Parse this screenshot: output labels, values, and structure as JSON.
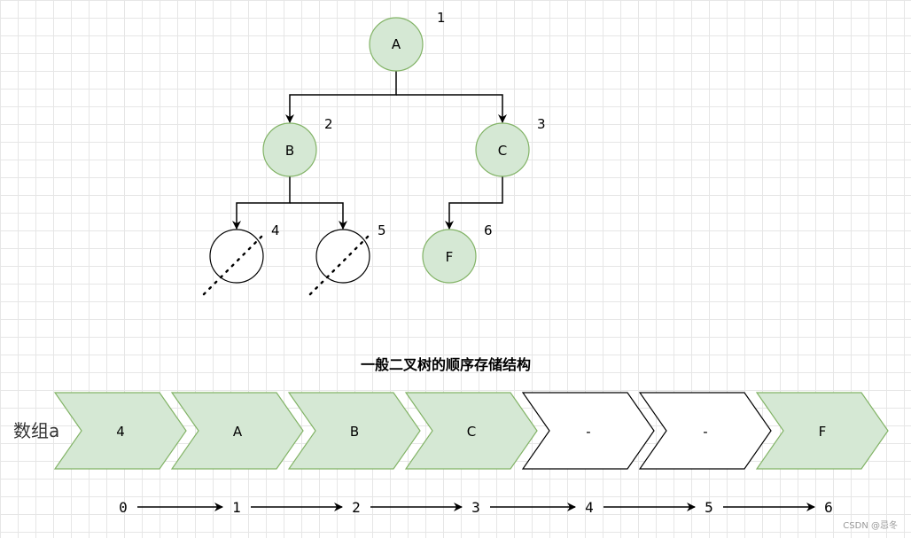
{
  "tree": {
    "nodes": [
      {
        "id": "A",
        "label": "A",
        "index": "1",
        "filled": true
      },
      {
        "id": "B",
        "label": "B",
        "index": "2",
        "filled": true
      },
      {
        "id": "C",
        "label": "C",
        "index": "3",
        "filled": true
      },
      {
        "id": "n4",
        "label": "",
        "index": "4",
        "filled": false
      },
      {
        "id": "n5",
        "label": "",
        "index": "5",
        "filled": false
      },
      {
        "id": "F",
        "label": "F",
        "index": "6",
        "filled": true
      }
    ]
  },
  "title": "一般二叉树的顺序存储结构",
  "array": {
    "label": "数组a",
    "cells": [
      {
        "value": "4",
        "filled": true
      },
      {
        "value": "A",
        "filled": true
      },
      {
        "value": "B",
        "filled": true
      },
      {
        "value": "C",
        "filled": true
      },
      {
        "value": "-",
        "filled": false
      },
      {
        "value": "-",
        "filled": false
      },
      {
        "value": "F",
        "filled": true
      }
    ],
    "indices": [
      "0",
      "1",
      "2",
      "3",
      "4",
      "5",
      "6"
    ]
  },
  "credit": "CSDN @忌冬",
  "colors": {
    "node_fill": "#d5e8d4",
    "node_stroke": "#82b366",
    "empty_fill": "#ffffff",
    "line": "#000000"
  }
}
